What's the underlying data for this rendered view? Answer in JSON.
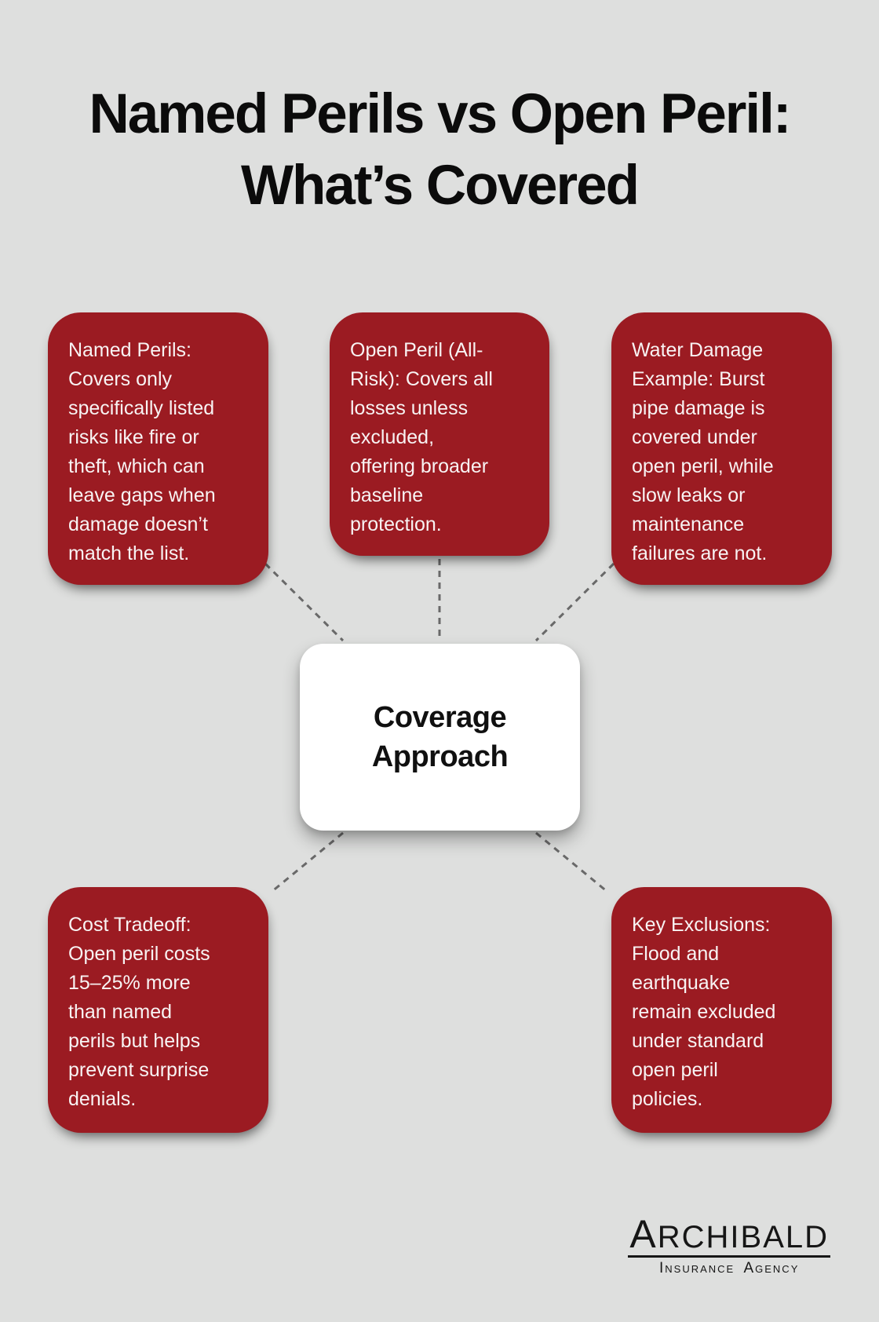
{
  "title": {
    "line1": "Named Perils vs Open Peril:",
    "line2": "What’s Covered"
  },
  "center_node": {
    "label": "Coverage Approach"
  },
  "nodes": [
    {
      "id": "named-perils",
      "text": "Named Perils: Covers only specifically listed risks like fire or theft, which can leave gaps when damage doesn’t match the list."
    },
    {
      "id": "open-peril",
      "text": "Open Peril (All-Risk): Covers all losses unless excluded, offering broader baseline protection."
    },
    {
      "id": "water-damage",
      "text": "Water Damage Example: Burst pipe damage is covered under open peril, while slow leaks or maintenance failures are not."
    },
    {
      "id": "cost-tradeoff",
      "text": "Cost Tradeoff: Open peril costs 15–25% more than named perils but helps prevent surprise denials."
    },
    {
      "id": "key-exclusions",
      "text": "Key Exclusions: Flood and earthquake remain excluded under standard open peril policies."
    }
  ],
  "logo": {
    "name": "ARCHIBALD",
    "tagline": "Insurance Agency"
  },
  "colors": {
    "bg": "#dedfde",
    "node_red": "#9b1b22",
    "node_text": "#f8f3f3",
    "center_bg": "#ffffff",
    "center_text": "#101010",
    "connector": "#696969",
    "title": "#0b0b0b",
    "logo": "#161616"
  }
}
